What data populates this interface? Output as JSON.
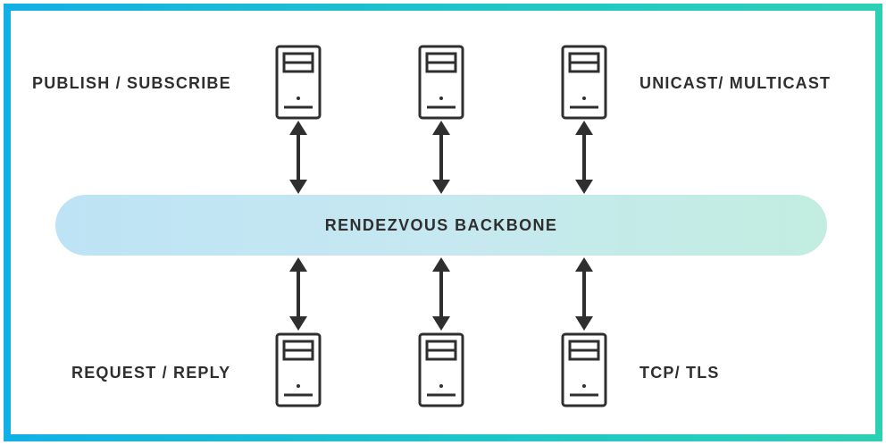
{
  "labels": {
    "top_left": "PUBLISH / SUBSCRIBE",
    "top_right": "UNICAST/ MULTICAST",
    "bottom_left": "REQUEST / REPLY",
    "bottom_right": "TCP/ TLS"
  },
  "backbone": {
    "label": "RENDEZVOUS BACKBONE"
  },
  "colors": {
    "frame_gradient_start": "#11b0e6",
    "frame_gradient_end": "#2cd1b4",
    "backbone_left": "#bde3f5",
    "backbone_right": "#c2ede0",
    "stroke": "#2f2f2f"
  },
  "icons": {
    "server": "server-icon",
    "arrow": "double-arrow-icon"
  }
}
